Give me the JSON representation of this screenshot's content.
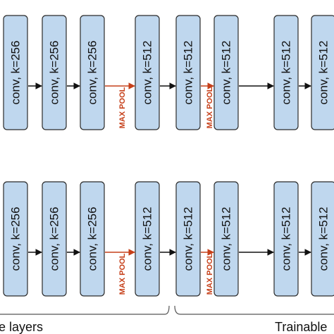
{
  "colors": {
    "block_fill": "#bfd7ee",
    "block_stroke": "#2b2b2b",
    "arrow_black": "#111111",
    "arrow_red": "#c6401a",
    "pool_text": "#c6401a",
    "bracket": "#555555"
  },
  "rows": [
    {
      "blocks": [
        {
          "label": "conv, k=256"
        },
        {
          "label": "conv, k=256"
        },
        {
          "label": "conv, k=256"
        },
        {
          "label": "conv, k=512"
        },
        {
          "label": "conv, k=512"
        },
        {
          "label": "conv, k=512"
        },
        {
          "label": "conv, k=512"
        },
        {
          "label": "conv, k=512"
        }
      ],
      "connectors": [
        "arrow",
        "arrow",
        "pool",
        "arrow",
        "pool",
        "arrow",
        "arrow"
      ]
    },
    {
      "blocks": [
        {
          "label": "conv, k=256"
        },
        {
          "label": "conv, k=256"
        },
        {
          "label": "conv, k=256"
        },
        {
          "label": "conv, k=512"
        },
        {
          "label": "conv, k=512"
        },
        {
          "label": "conv, k=512"
        },
        {
          "label": "conv, k=512"
        },
        {
          "label": "conv, k=512"
        }
      ],
      "connectors": [
        "arrow",
        "arrow",
        "pool",
        "arrow",
        "pool",
        "arrow",
        "arrow"
      ]
    }
  ],
  "pool_label": "MAX POOL",
  "brackets": {
    "left_label": "e layers",
    "right_label": "Trainable"
  }
}
